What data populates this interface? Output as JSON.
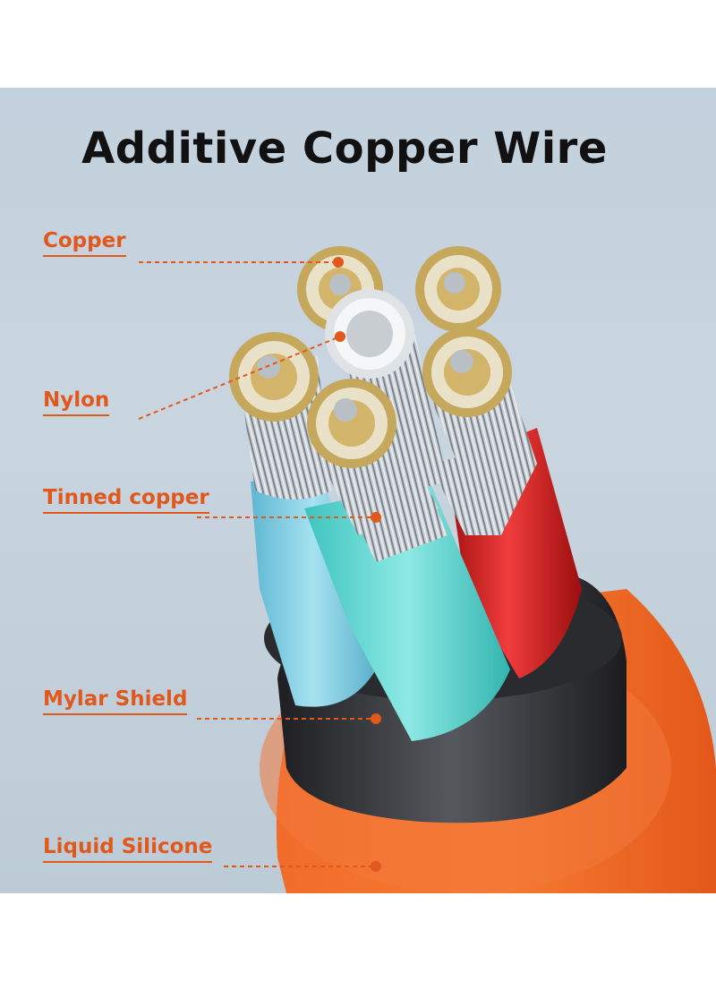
{
  "title": "Additive Copper Wire",
  "labels": {
    "copper": "Copper",
    "nylon": "Nylon",
    "tinned_copper": "Tinned copper",
    "mylar_shield": "Mylar Shield",
    "liquid_silicone": "Liquid Silicone"
  },
  "colors": {
    "accent": "#e0581c",
    "jacket": "#ee6420",
    "shield": "#2b2b2e",
    "core_blue": "#79cde4",
    "core_teal": "#56d3cf",
    "core_red": "#d42020"
  }
}
